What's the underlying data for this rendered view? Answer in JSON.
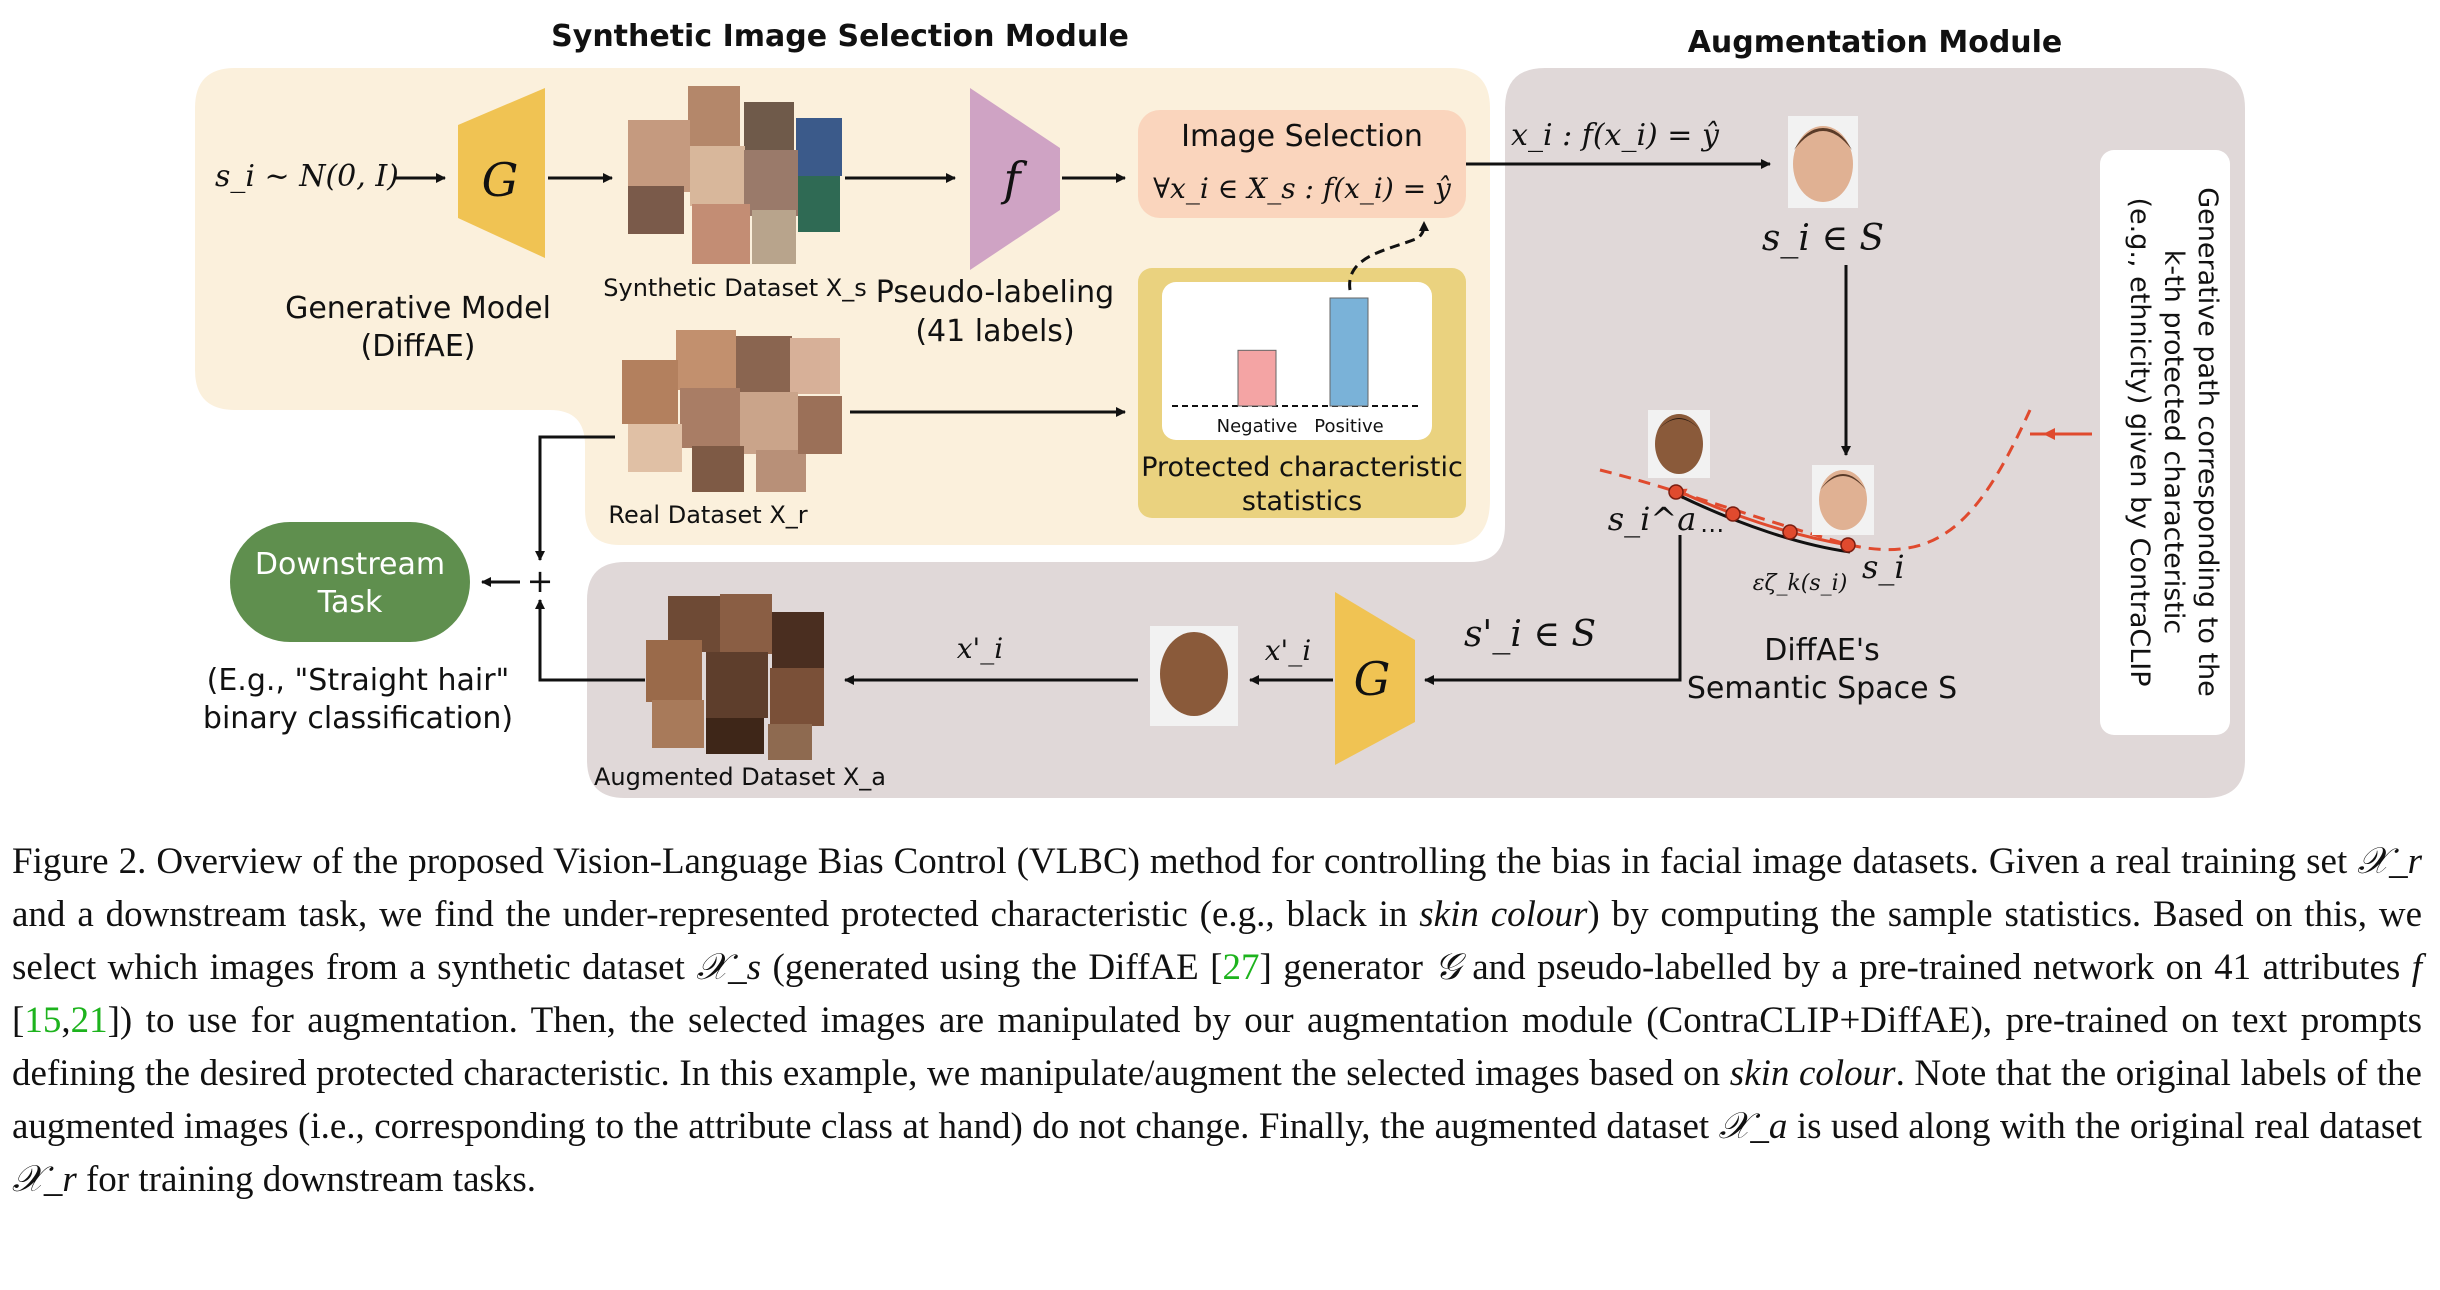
{
  "modules": {
    "synthetic_title": "Synthetic Image Selection Module",
    "augmentation_title": "Augmentation Module"
  },
  "generator": {
    "input": "s_i ~ N(0, I)",
    "symbol": "G",
    "name_line1": "Generative Model",
    "name_line2": "(DiffAE)"
  },
  "synthetic_dataset": {
    "label": "Synthetic Dataset X_s"
  },
  "pseudo_labeler": {
    "symbol": "f",
    "label_line1": "Pseudo-labeling",
    "label_line2": "(41 labels)"
  },
  "image_selection": {
    "title": "Image Selection",
    "formula": "∀x_i ∈ X_s : f(x_i) = ŷ"
  },
  "statistics": {
    "bar_negative_label": "Negative",
    "bar_positive_label": "Positive",
    "caption_line1": "Protected characteristic",
    "caption_line2": "statistics"
  },
  "stats_chart": {
    "type": "bar",
    "categories": [
      "Negative",
      "Positive"
    ],
    "values": [
      0.33,
      0.64
    ],
    "colors": [
      "#f4a4a4",
      "#7ab2d8"
    ]
  },
  "real_dataset": {
    "label": "Real Dataset X_r"
  },
  "selection_arrow_label": "x_i : f(x_i) = ŷ",
  "selected_latent": {
    "label": "s_i ∈ S"
  },
  "semantic_space": {
    "line1": "DiffAE's",
    "line2": "Semantic Space S",
    "s_a": "s_i^a",
    "s_i": "s_i",
    "step": "εζ_k(s_i)"
  },
  "side_note": {
    "line1": "Generative path corresponding to the",
    "line2": "k-th protected characteristic",
    "line3": "(e.g., ethnicity) given by ContraCLIP"
  },
  "decoder": {
    "input_label": "s'_i ∈ S",
    "symbol": "G",
    "output_label": "x'_i",
    "arrow_label": "x'_i"
  },
  "augmented_dataset": {
    "label": "Augmented Dataset X_a"
  },
  "downstream": {
    "line1": "Downstream",
    "line2": "Task",
    "note_line1": "(E.g., \"Straight hair\"",
    "note_line2": "binary classification)",
    "combine": "+"
  },
  "colors": {
    "synthetic_bg": "#fbf0dc",
    "augmentation_bg": "#e0d8d8",
    "generator": "#f0c353",
    "pseudo_labeler": "#cfa3c4",
    "selection_box": "#fad5bd",
    "statistics_box": "#ead27f",
    "downstream": "#5f8f4e",
    "path": "#e04a2e",
    "citation": "#1db31d"
  },
  "caption": {
    "label": "Figure 2.",
    "s1": " Overview of the proposed Vision-Language Bias Control (VLBC) method for controlling the bias in facial image datasets. Given a real training set ",
    "xr1": "𝒳_r",
    "s2": " and a downstream task, we find the under-represented protected characteristic (e.g., black in ",
    "em1": "skin colour",
    "s3": ") by computing the sample statistics. Based on this, we select which images from a synthetic dataset ",
    "xs": "𝒳_s",
    "s4": " (generated using the DiffAE [",
    "cite1": "27",
    "s5": "] generator ",
    "g": "𝒢",
    "s6": " and pseudo-labelled by a pre-trained network on 41 attributes ",
    "f": "f",
    "s7": " [",
    "cite2": "15",
    "comma": ",",
    "cite3": "21",
    "s8": "]) to use for augmentation. Then, the selected images are manipulated by our augmentation module (ContraCLIP+DiffAE), pre-trained on text prompts defining the desired protected characteristic. In this example, we manipulate/augment the selected images based on ",
    "em2": "skin colour",
    "s9": ". Note that the original labels of the augmented images (i.e., corresponding to the attribute class at hand) do not change. Finally, the augmented dataset ",
    "xa": "𝒳_a",
    "s10": " is used along with the original real dataset ",
    "xr2": "𝒳_r",
    "s11": " for training downstream tasks."
  }
}
